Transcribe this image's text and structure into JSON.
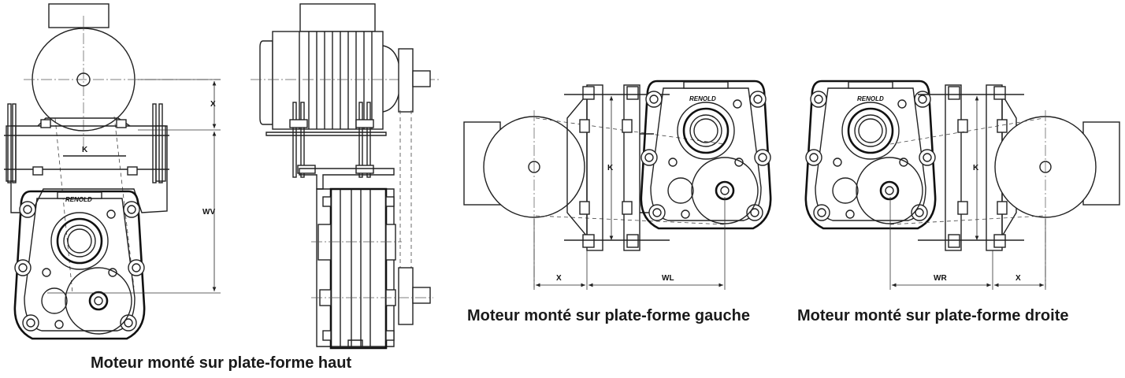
{
  "captions": {
    "top": "Moteur monté sur plate-forme haut",
    "left": "Moteur monté sur plate-forme gauche",
    "right": "Moteur monté sur plate-forme droite"
  },
  "dimensions": {
    "x": "X",
    "k": "K",
    "wv": "WV",
    "wl": "WL",
    "wr": "WR"
  },
  "brand": "RENOLD"
}
